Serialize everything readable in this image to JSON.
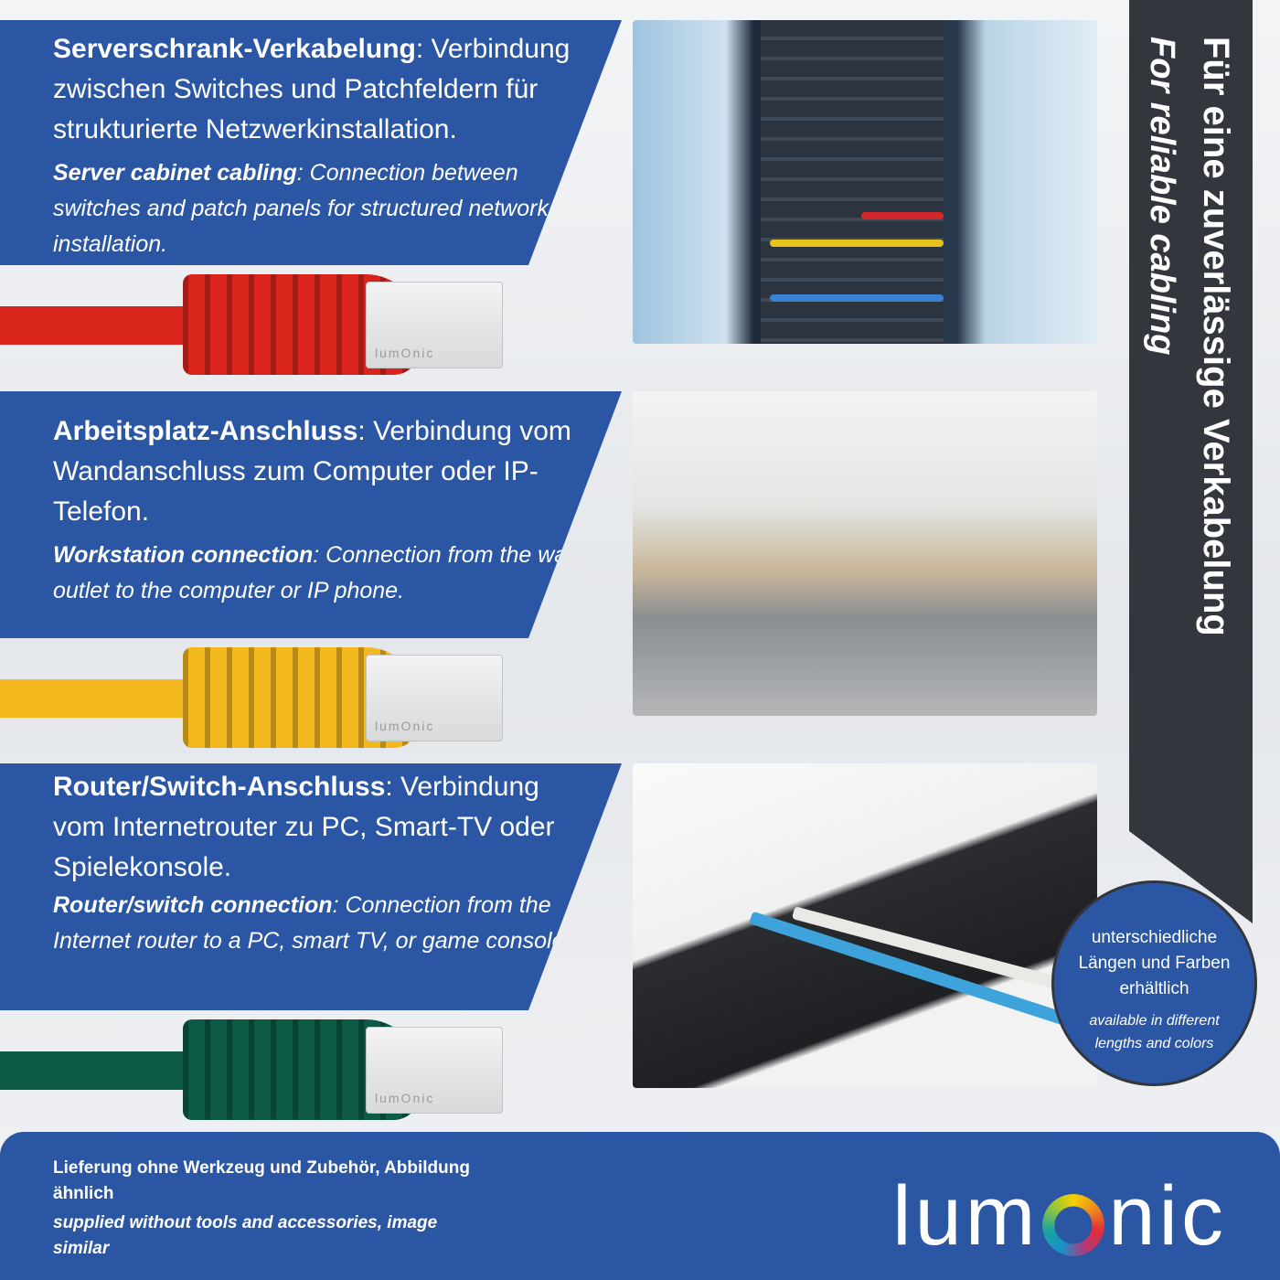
{
  "sections": [
    {
      "title_de": "Serverschrank-Verkabelung",
      "text_de": ": Verbindung zwischen Switches und Patchfeldern für strukturierte Netzwerkinstallation.",
      "title_en": "Server cabinet cabling",
      "text_en": ": Connection between switches and patch panels for structured network installation.",
      "cable_color": "#d9241c"
    },
    {
      "title_de": "Arbeitsplatz-Anschluss",
      "text_de": ": Verbindung vom Wandanschluss zum Computer oder IP-Telefon.",
      "title_en": "Workstation connection",
      "text_en": ": Connection from the wall outlet to the computer or IP phone.",
      "cable_color": "#f2b81e"
    },
    {
      "title_de": "Router/Switch-Anschluss",
      "text_de": ": Verbindung vom Internetrouter zu PC, Smart-TV oder Spielekonsole.",
      "title_en": "Router/switch connection",
      "text_en": ": Connection from the Internet router to a PC, smart TV, or game console.",
      "cable_color": "#0d5a45"
    }
  ],
  "connector_brand": "lumOnic",
  "banner": {
    "de": "Für eine zuverlässige Verkabelung",
    "en": "For reliable cabling"
  },
  "badge": {
    "de": "unterschiedliche Längen und Farben erhältlich",
    "en": "available in different lengths and colors"
  },
  "footer": {
    "de": "Lieferung ohne Werkzeug und Zubehör, Abbildung ähnlich",
    "en": "supplied without tools and accessories, image similar"
  },
  "logo": {
    "text_pre": "lum",
    "text_post": "nic"
  },
  "colors": {
    "brand_blue": "#2b56a3",
    "banner": "#33373d"
  }
}
